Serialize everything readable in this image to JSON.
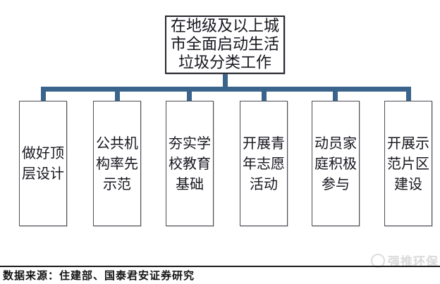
{
  "diagram": {
    "root": {
      "label": "在地级及以上城市全面启动生活垃圾分类工作"
    },
    "nodes": [
      {
        "label": "做好顶层设计"
      },
      {
        "label": "公共机构率先示范"
      },
      {
        "label": "夯实学校教育基础"
      },
      {
        "label": "开展青年志愿活动"
      },
      {
        "label": "动员家庭积极参与"
      },
      {
        "label": "开展示范片区建设"
      }
    ],
    "connector_color": "#3a648c",
    "box_border_color": "#26262e"
  },
  "footer": {
    "source_note": "数据来源：住建部、国泰君安证券研究"
  },
  "watermark": {
    "label": "强推环保",
    "icon": "circle-logo"
  }
}
